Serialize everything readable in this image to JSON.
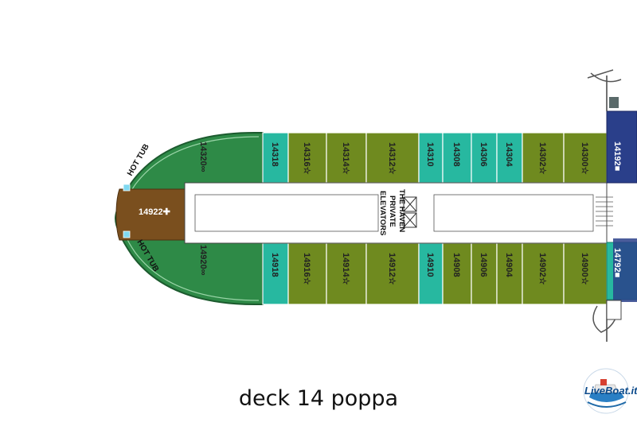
{
  "title": "deck 14 poppa",
  "colors": {
    "suite_olive": "#6f8a1f",
    "suite_teal": "#27b8a0",
    "aft_green": "#2e8a47",
    "center_brown": "#7a4f1e",
    "forward_navy": "#2a3f8a",
    "corridor": "#ffffff"
  },
  "cabins_top": [
    {
      "label": "14318",
      "kind": "teal"
    },
    {
      "label": "14316☆",
      "kind": "olive"
    },
    {
      "label": "14314☆",
      "kind": "olive"
    },
    {
      "label": "14312☆",
      "kind": "olive"
    },
    {
      "label": "14310",
      "kind": "teal"
    },
    {
      "label": "14308",
      "kind": "teal"
    },
    {
      "label": "14306",
      "kind": "teal"
    },
    {
      "label": "14304",
      "kind": "teal"
    },
    {
      "label": "14302☆",
      "kind": "olive"
    },
    {
      "label": "14300☆",
      "kind": "olive"
    }
  ],
  "cabins_bottom": [
    {
      "label": "14918",
      "kind": "teal"
    },
    {
      "label": "14916☆",
      "kind": "olive"
    },
    {
      "label": "14914☆",
      "kind": "olive"
    },
    {
      "label": "14912☆",
      "kind": "olive"
    },
    {
      "label": "14910",
      "kind": "teal"
    },
    {
      "label": "14908",
      "kind": "olive"
    },
    {
      "label": "14906",
      "kind": "olive"
    },
    {
      "label": "14904",
      "kind": "olive"
    },
    {
      "label": "14902☆",
      "kind": "olive"
    },
    {
      "label": "14900☆",
      "kind": "olive"
    }
  ],
  "aft": {
    "suite_top": "14320∞",
    "suite_bottom": "14920∞",
    "center": "14922✚",
    "hot_tub_top": "HOT TUB",
    "hot_tub_bottom": "HOT TUB"
  },
  "forward": {
    "top": "14192■",
    "bottom": "14792■"
  },
  "elevators": [
    "THE HAVEN",
    "PRIVATE",
    "ELEVATORS"
  ],
  "logo_text": "LiveBoat.it",
  "icons": {
    "hot_tub": "square-marker-icon",
    "elevator": "elevator-cross-icon",
    "logo": "ship-logo-icon"
  }
}
